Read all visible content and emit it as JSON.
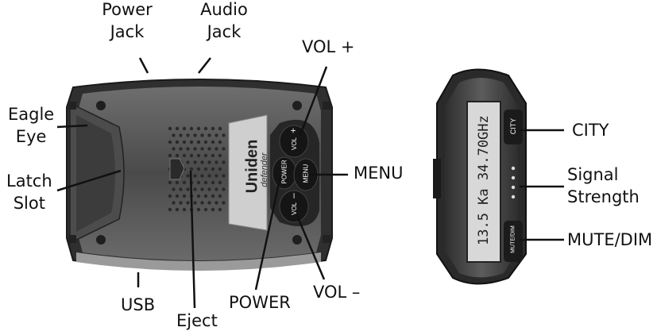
{
  "labels": {
    "power_jack": [
      "Power",
      "Jack"
    ],
    "audio_jack": [
      "Audio",
      "Jack"
    ],
    "vol_plus": "VOL +",
    "eagle_eye": [
      "Eagle",
      "Eye"
    ],
    "latch_slot": [
      "Latch",
      "Slot"
    ],
    "menu": "MENU",
    "usb": "USB",
    "eject": "Eject",
    "power": "POWER",
    "vol_minus": "VOL –",
    "city": "CITY",
    "signal_strength": [
      "Signal",
      "Strength"
    ],
    "mute_dim": "MUTE/DIM"
  },
  "device": {
    "brand": "Uniden",
    "model": "defender",
    "buttons": {
      "vol_up": "VOL",
      "vol_up_sign": "+",
      "power": "POWER",
      "menu": "MENU",
      "vol_down": "VOL",
      "vol_down_sign": "–"
    },
    "display_text": "13.5 Ka 34.70GHz",
    "city_button": "CITY",
    "mute_button": "MUTE/DIM"
  },
  "colors": {
    "body_dark": "#3a3a3a",
    "body_mid": "#5a5a5a",
    "body_light": "#8a8a8a",
    "label_plate": "#c9c9c9",
    "display_bg": "#d8d8d8"
  }
}
